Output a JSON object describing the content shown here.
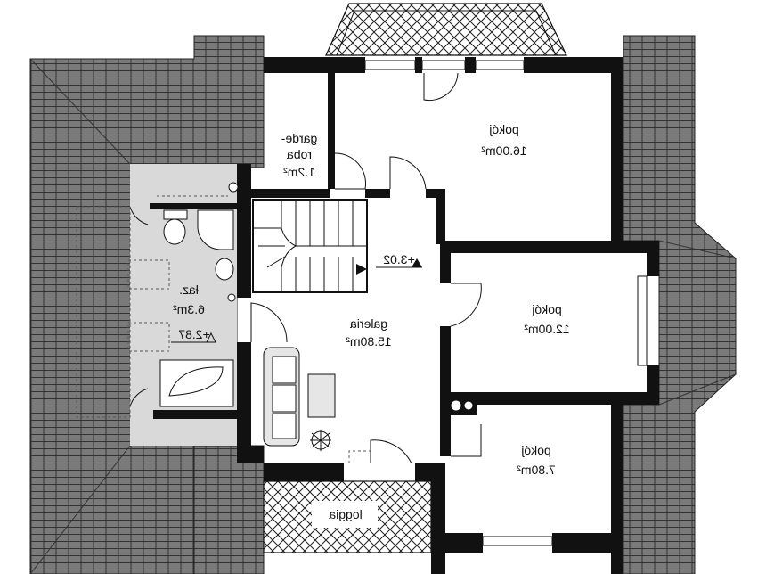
{
  "rooms": {
    "garderoba": {
      "name_line1": "garde-",
      "name_line2": "roba",
      "area": "1.2m²"
    },
    "pokoj_large": {
      "name": "pokój",
      "area": "16.00m²"
    },
    "pokoj_mid": {
      "name": "pokój",
      "area": "12.00m²"
    },
    "pokoj_small": {
      "name": "pokój",
      "area": "7.80m²"
    },
    "galeria": {
      "name": "galeria",
      "area": "15.80m²"
    },
    "lazienka": {
      "name": "łaz.",
      "area": "6.3m²"
    },
    "loggia": {
      "name": "loggia"
    }
  },
  "levels": {
    "upper": "+3.02",
    "bathroom": "+2.87"
  },
  "colors": {
    "walls": "#111111",
    "roof": "#7a7a7a",
    "bathroom_floor": "#d9d9d9",
    "background": "#ffffff"
  },
  "icons": [
    "stairs-icon",
    "toilet-icon",
    "sink-icon",
    "bathtub-icon",
    "shower-icon",
    "sofa-icon",
    "table-icon",
    "plant-icon",
    "chimney-icon"
  ]
}
